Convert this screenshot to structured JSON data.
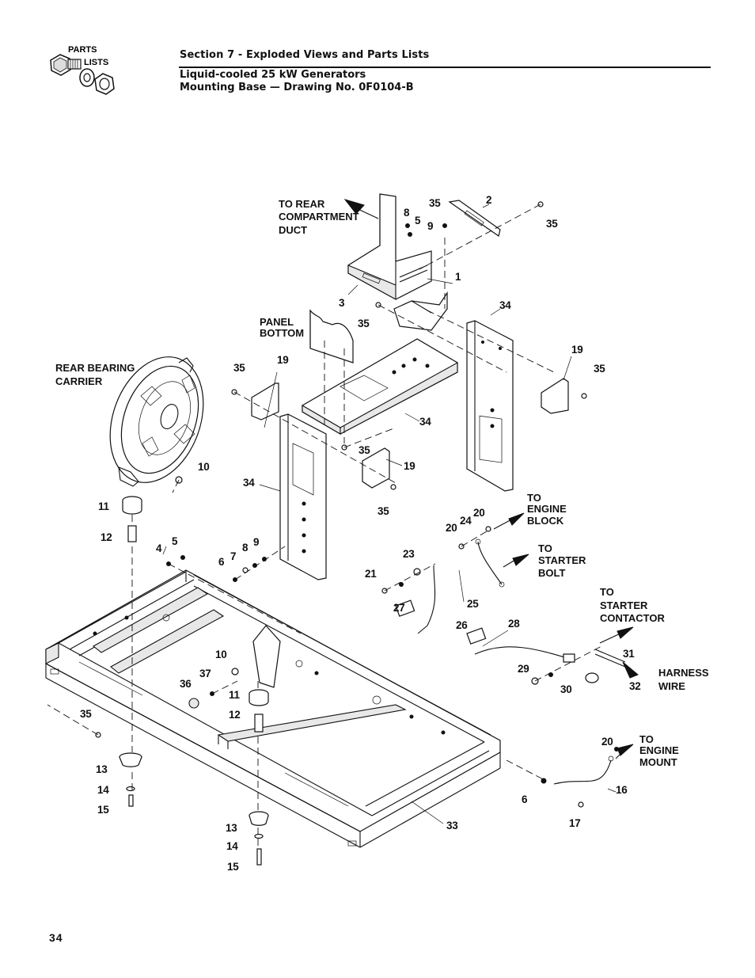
{
  "header": {
    "logo_text_1": "PARTS",
    "logo_text_2": "LISTS",
    "section": "Section 7 - Exploded Views and Parts Lists",
    "subtitle_1": "Liquid-cooled 25 kW Generators",
    "subtitle_2": "Mounting Base — Drawing No. 0F0104-B"
  },
  "callouts": {
    "to_rear_1": "TO REAR",
    "to_rear_2": "COMPARTMENT",
    "to_rear_3": "DUCT",
    "panel_1": "PANEL",
    "panel_2": "BOTTOM",
    "rear_bearing_1": "REAR BEARING",
    "rear_bearing_2": "CARRIER",
    "engine_block_1": "TO",
    "engine_block_2": "ENGINE",
    "engine_block_3": "BLOCK",
    "starter_bolt_1": "TO",
    "starter_bolt_2": "STARTER",
    "starter_bolt_3": "BOLT",
    "starter_contactor_1": "TO",
    "starter_contactor_2": "STARTER",
    "starter_contactor_3": "CONTACTOR",
    "harness_1": "HARNESS",
    "harness_2": "WIRE",
    "engine_mount_1": "TO",
    "engine_mount_2": "ENGINE",
    "engine_mount_3": "MOUNT"
  },
  "parts": {
    "p1": "1",
    "p2": "2",
    "p3": "3",
    "p4": "4",
    "p5a": "5",
    "p5b": "5",
    "p6a": "6",
    "p6b": "6",
    "p7": "7",
    "p8a": "8",
    "p8b": "8",
    "p9a": "9",
    "p9b": "9",
    "p10a": "10",
    "p10b": "10",
    "p11a": "11",
    "p11b": "11",
    "p12a": "12",
    "p12b": "12",
    "p13a": "13",
    "p13b": "13",
    "p14a": "14",
    "p14b": "14",
    "p15a": "15",
    "p15b": "15",
    "p16": "16",
    "p17": "17",
    "p19a": "19",
    "p19b": "19",
    "p19c": "19",
    "p20a": "20",
    "p20b": "20",
    "p20c": "20",
    "p21": "21",
    "p23": "23",
    "p24": "24",
    "p25": "25",
    "p26": "26",
    "p27": "27",
    "p28": "28",
    "p29": "29",
    "p30": "30",
    "p31": "31",
    "p32": "32",
    "p33": "33",
    "p34a": "34",
    "p34b": "34",
    "p34c": "34",
    "p35a": "35",
    "p35b": "35",
    "p35c": "35",
    "p35d": "35",
    "p35e": "35",
    "p35f": "35",
    "p35g": "35",
    "p35h": "35",
    "p36": "36",
    "p37": "37"
  },
  "footer": {
    "page_number": "34"
  }
}
